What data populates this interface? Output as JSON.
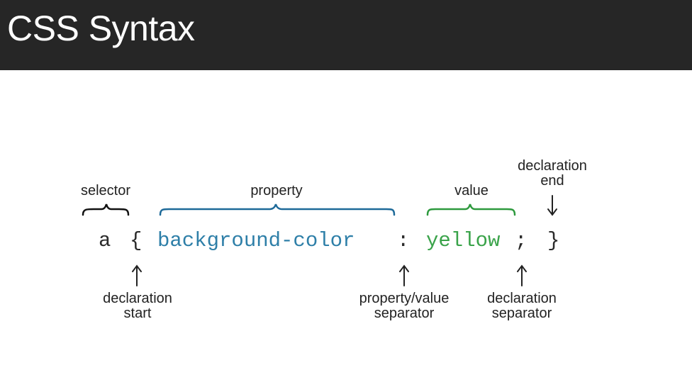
{
  "title": "CSS Syntax",
  "code": {
    "selector": "a",
    "open_brace": "{",
    "property": "background-color",
    "colon": ":",
    "value": "yellow",
    "semicolon": ";",
    "close_brace": "}"
  },
  "labels": {
    "selector": "selector",
    "property": "property",
    "value": "value",
    "declaration_end_1": "declaration",
    "declaration_end_2": "end",
    "declaration_start_1": "declaration",
    "declaration_start_2": "start",
    "separator_1": "property/value",
    "separator_2": "separator",
    "decl_separator_1": "declaration",
    "decl_separator_2": "separator"
  },
  "colors": {
    "title_bar": "#262626",
    "property": "#2e7fa8",
    "value": "#3aa34a",
    "text": "#2b2b2b"
  }
}
